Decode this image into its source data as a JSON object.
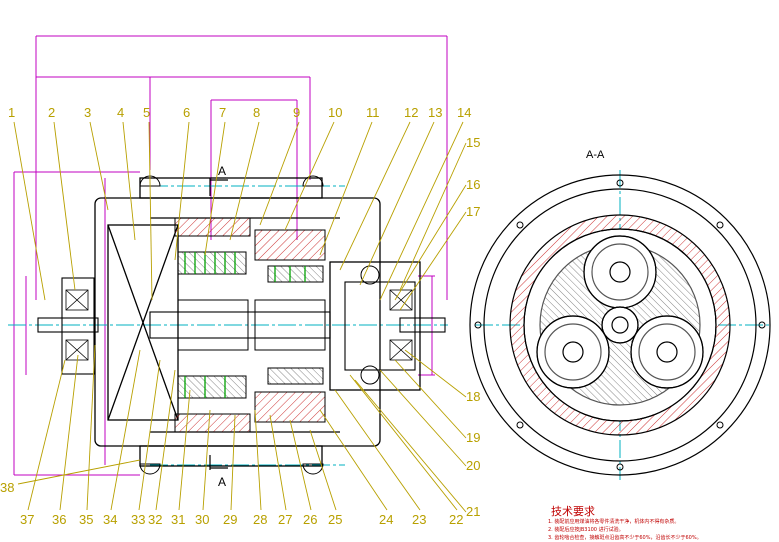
{
  "drawing": {
    "section_marker": "A",
    "section_view_title": "A-A",
    "top_labels": [
      "1",
      "2",
      "3",
      "4",
      "5",
      "6",
      "7",
      "8",
      "9",
      "10",
      "11",
      "12",
      "13",
      "14"
    ],
    "right_labels": [
      "15",
      "16",
      "17",
      "18",
      "19",
      "20",
      "21"
    ],
    "bottom_labels": [
      "22",
      "23",
      "24",
      "25",
      "26",
      "27",
      "28",
      "29",
      "30",
      "31",
      "32",
      "33",
      "34",
      "35",
      "36",
      "37"
    ],
    "left_bottom_label": "38"
  },
  "notes": {
    "title": "技术要求",
    "items": [
      "1. 装配前应用煤油将各零件清洗干净，机体内不得有杂质。",
      "2. 装配后应按JB3100 进行试验。",
      "3. 齿轮啮合检查，接触斑点沿齿高不少于60%，沿齿长不少于60%。"
    ]
  },
  "colors": {
    "outline": "#000000",
    "centerline": "#00b0c0",
    "dimension": "#c000c0",
    "hatch": "#c00000",
    "leader": "#b8a000",
    "gear": "#00a000"
  }
}
